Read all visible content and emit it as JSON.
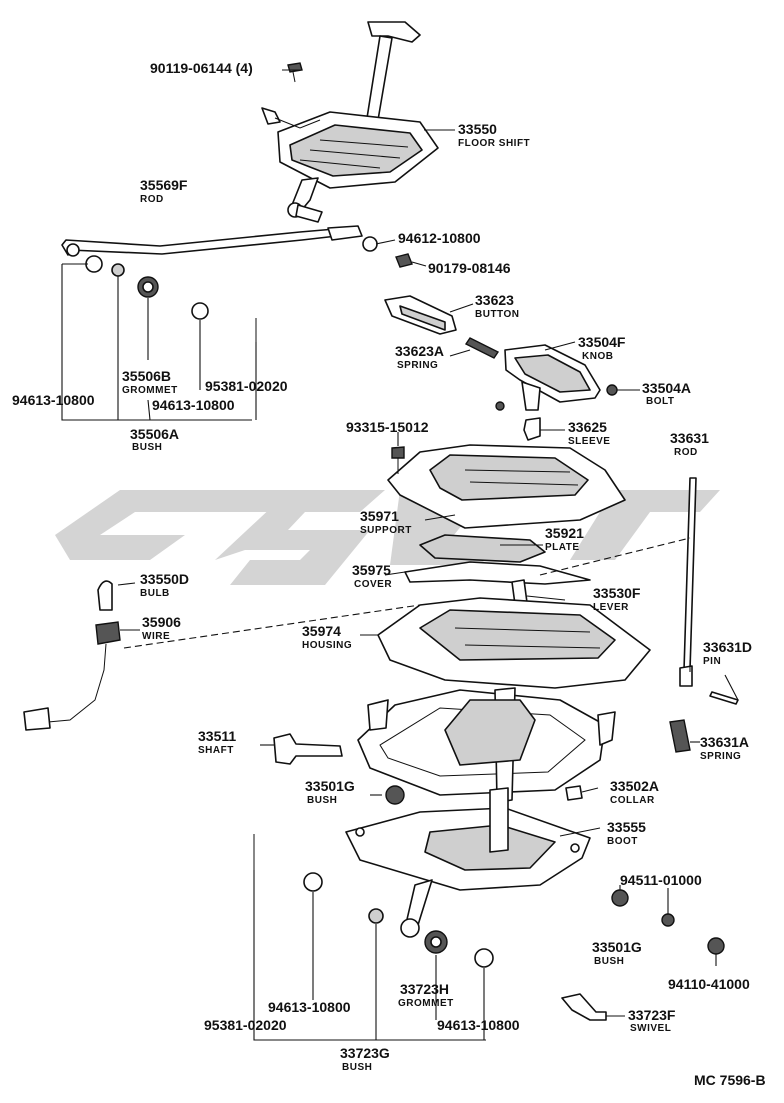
{
  "drawing_code": "MC 7596-B",
  "parts": [
    {
      "id": "p-90119",
      "number": "90119-06144 (4)",
      "name": ""
    },
    {
      "id": "p-33550",
      "number": "33550",
      "name": "FLOOR SHIFT"
    },
    {
      "id": "p-35569F",
      "number": "35569F",
      "name": "ROD"
    },
    {
      "id": "p-94612",
      "number": "94612-10800",
      "name": ""
    },
    {
      "id": "p-90179",
      "number": "90179-08146",
      "name": ""
    },
    {
      "id": "p-33623",
      "number": "33623",
      "name": "BUTTON"
    },
    {
      "id": "p-33504F",
      "number": "33504F",
      "name": "KNOB"
    },
    {
      "id": "p-33623A",
      "number": "33623A",
      "name": "SPRING"
    },
    {
      "id": "p-33504A",
      "number": "33504A",
      "name": "BOLT"
    },
    {
      "id": "p-35506B",
      "number": "35506B",
      "name": "GROMMET"
    },
    {
      "id": "p-95381-top",
      "number": "95381-02020",
      "name": ""
    },
    {
      "id": "p-94613-top-left",
      "number": "94613-10800",
      "name": ""
    },
    {
      "id": "p-94613-top-mid",
      "number": "94613-10800",
      "name": ""
    },
    {
      "id": "p-35506A",
      "number": "35506A",
      "name": "BUSH"
    },
    {
      "id": "p-93315",
      "number": "93315-15012",
      "name": ""
    },
    {
      "id": "p-33625",
      "number": "33625",
      "name": "SLEEVE"
    },
    {
      "id": "p-33631",
      "number": "33631",
      "name": "ROD"
    },
    {
      "id": "p-35971",
      "number": "35971",
      "name": "SUPPORT"
    },
    {
      "id": "p-35921",
      "number": "35921",
      "name": "PLATE"
    },
    {
      "id": "p-35975",
      "number": "35975",
      "name": "COVER"
    },
    {
      "id": "p-33530F",
      "number": "33530F",
      "name": "LEVER"
    },
    {
      "id": "p-33550D",
      "number": "33550D",
      "name": "BULB"
    },
    {
      "id": "p-35906",
      "number": "35906",
      "name": "WIRE"
    },
    {
      "id": "p-35974",
      "number": "35974",
      "name": "HOUSING"
    },
    {
      "id": "p-33631D",
      "number": "33631D",
      "name": "PIN"
    },
    {
      "id": "p-33511",
      "number": "33511",
      "name": "SHAFT"
    },
    {
      "id": "p-33631A",
      "number": "33631A",
      "name": "SPRING"
    },
    {
      "id": "p-33501G-top",
      "number": "33501G",
      "name": "BUSH"
    },
    {
      "id": "p-33502A",
      "number": "33502A",
      "name": "COLLAR"
    },
    {
      "id": "p-33555",
      "number": "33555",
      "name": "BOOT"
    },
    {
      "id": "p-94511",
      "number": "94511-01000",
      "name": ""
    },
    {
      "id": "p-33501G-bot",
      "number": "33501G",
      "name": "BUSH"
    },
    {
      "id": "p-94110",
      "number": "94110-41000",
      "name": ""
    },
    {
      "id": "p-33723H",
      "number": "33723H",
      "name": "GROMMET"
    },
    {
      "id": "p-94613-bot-left",
      "number": "94613-10800",
      "name": ""
    },
    {
      "id": "p-94613-bot-right",
      "number": "94613-10800",
      "name": ""
    },
    {
      "id": "p-95381-bot",
      "number": "95381-02020",
      "name": ""
    },
    {
      "id": "p-33723F",
      "number": "33723F",
      "name": "SWIVEL"
    },
    {
      "id": "p-33723G",
      "number": "33723G",
      "name": "BUSH"
    }
  ]
}
